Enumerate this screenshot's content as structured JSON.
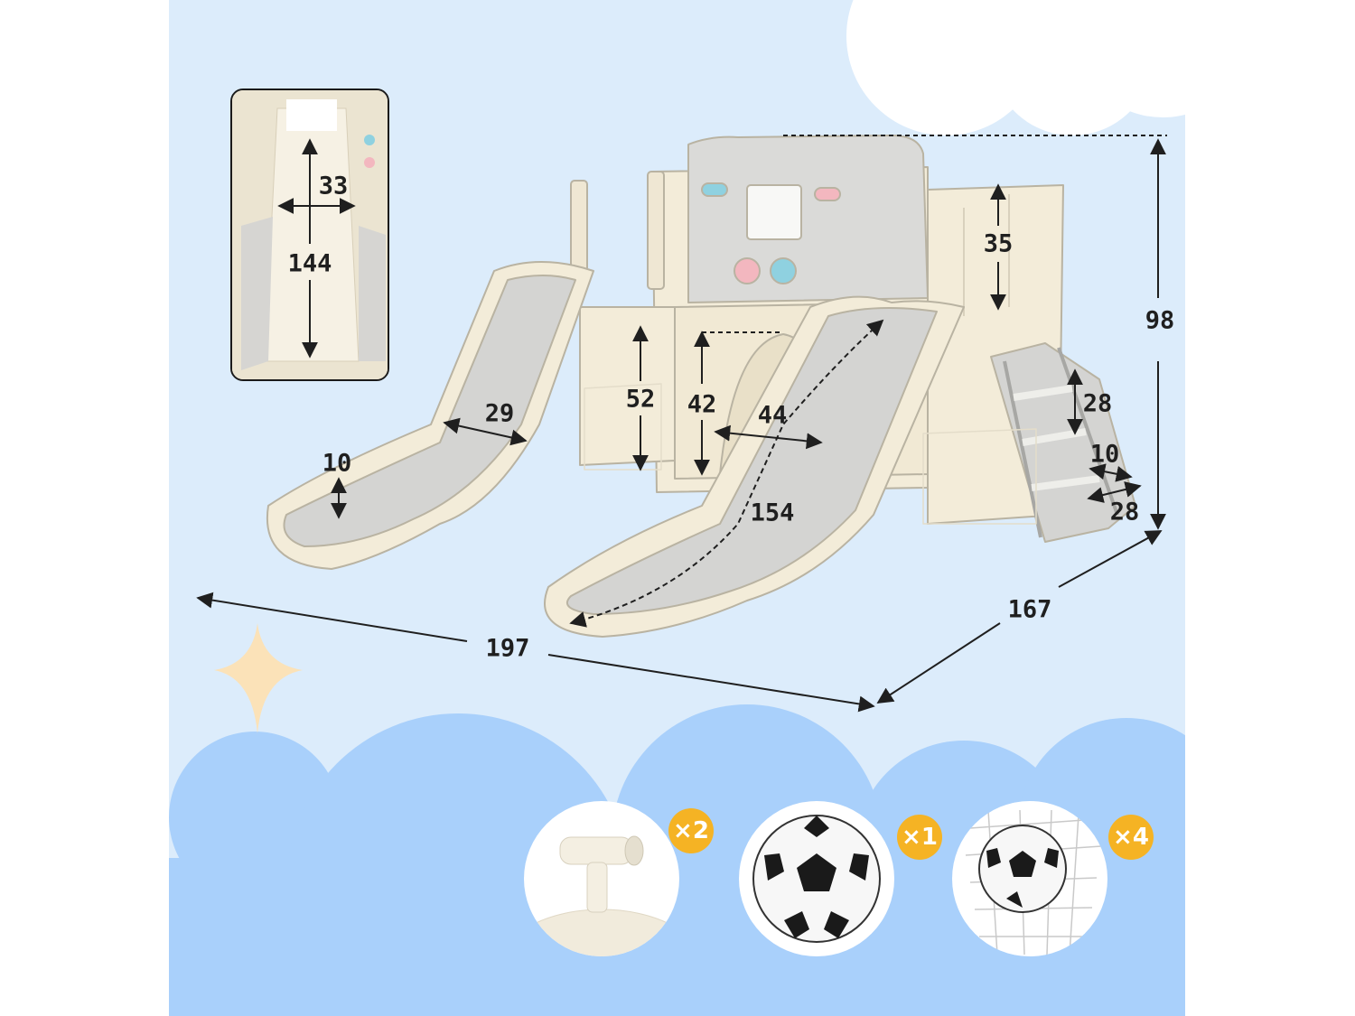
{
  "colors": {
    "sky": "#dcecfb",
    "cloud_white": "#ffffff",
    "cloud_blue": "#a9d0fb",
    "product_cream": "#f3ecd9",
    "product_gray": "#cfcfcd",
    "badge": "#f5b324",
    "dimension_text": "#1f1f1f"
  },
  "inset": {
    "dimensions": {
      "width": "33",
      "length": "144"
    }
  },
  "dimensions": {
    "height": "98",
    "total_length": "197",
    "total_depth": "167",
    "tower_panel": "35",
    "left_slide_end": "10",
    "left_slide_width": "29",
    "platform_height": "52",
    "arch_height": "42",
    "arch_width": "44",
    "right_slide_length": "154",
    "step_rise": "28",
    "step_depth": "10",
    "step_width": "28"
  },
  "accessories": [
    {
      "icon": "telescope-icon",
      "count": "×2"
    },
    {
      "icon": "soccer-ball-icon",
      "count": "×1"
    },
    {
      "icon": "soccer-goal-net-icon",
      "count": "×4"
    }
  ]
}
